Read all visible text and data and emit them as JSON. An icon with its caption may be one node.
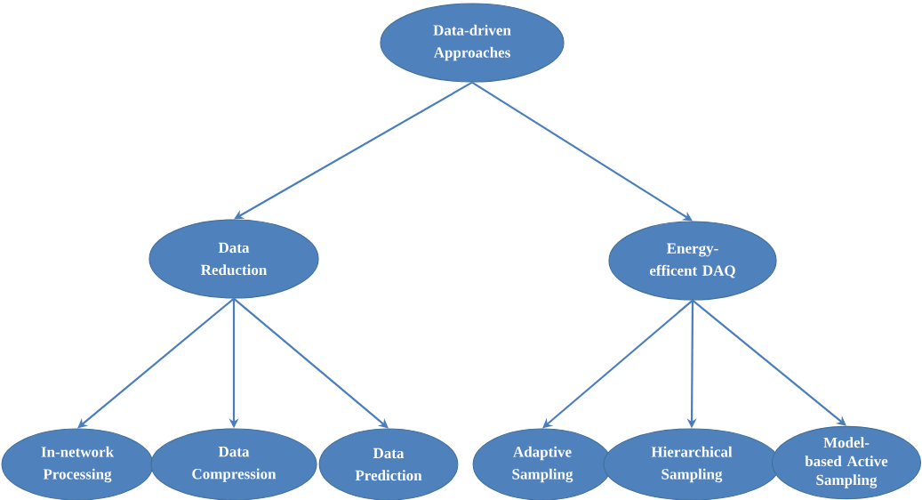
{
  "diagram": {
    "nodes": [
      {
        "text": [
          "Data-driven Approaches"
        ]
      },
      {
        "text": [
          "Data Reduction"
        ]
      },
      {
        "text": [
          "Energy-efficent DAQ"
        ]
      },
      {
        "text": [
          "In-network Processing"
        ]
      },
      {
        "text": [
          "Data Compression"
        ]
      },
      {
        "text": [
          "Data Prediction"
        ]
      },
      {
        "text": [
          "Adaptive Sampling"
        ]
      },
      {
        "text": [
          "Hierarchical Sampling"
        ]
      },
      {
        "text": [
          "Model-based Active Sampling"
        ]
      }
    ],
    "edges": [
      {
        "from": 0,
        "to": 1,
        "arrow": "to"
      },
      {
        "from": 0,
        "to": 2,
        "arrow": "to"
      },
      {
        "from": 1,
        "to": 3,
        "arrow": "to"
      },
      {
        "from": 1,
        "to": 4,
        "arrow": "to"
      },
      {
        "from": 1,
        "to": 5,
        "arrow": "to"
      },
      {
        "from": 2,
        "to": 6,
        "arrow": "to"
      },
      {
        "from": 2,
        "to": 7,
        "arrow": "to"
      },
      {
        "from": 2,
        "to": 8,
        "arrow": "to"
      }
    ]
  }
}
